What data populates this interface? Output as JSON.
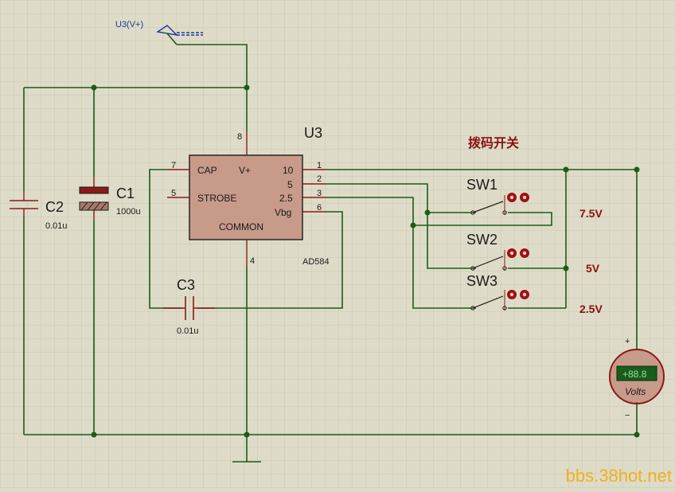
{
  "terminal": {
    "label": "U3(V+)"
  },
  "u3": {
    "ref": "U3",
    "part": "AD584",
    "pins_left": [
      "CAP",
      "STROBE"
    ],
    "pins_right": [
      "10",
      "5",
      "2.5",
      "Vbg"
    ],
    "top_label": "V+",
    "bottom_label": "COMMON",
    "pin_numbers": {
      "cap": "7",
      "strobe": "5",
      "v_plus": "8",
      "common": "4",
      "out10": "1",
      "out5": "2",
      "out25": "3",
      "vbg": "6"
    }
  },
  "c1": {
    "ref": "C1",
    "value": "1000u"
  },
  "c2": {
    "ref": "C2",
    "value": "0.01u"
  },
  "c3": {
    "ref": "C3",
    "value": "0.01u"
  },
  "switches": [
    {
      "ref": "SW1"
    },
    {
      "ref": "SW2"
    },
    {
      "ref": "SW3"
    }
  ],
  "title_cn": "拨码开关",
  "voltage_labels": [
    "7.5V",
    "5V",
    "2.5V"
  ],
  "voltmeter": {
    "display": "+88.8",
    "unit": "Volts",
    "plus": "+",
    "minus": "−"
  },
  "watermark": "bbs.38hot.net"
}
